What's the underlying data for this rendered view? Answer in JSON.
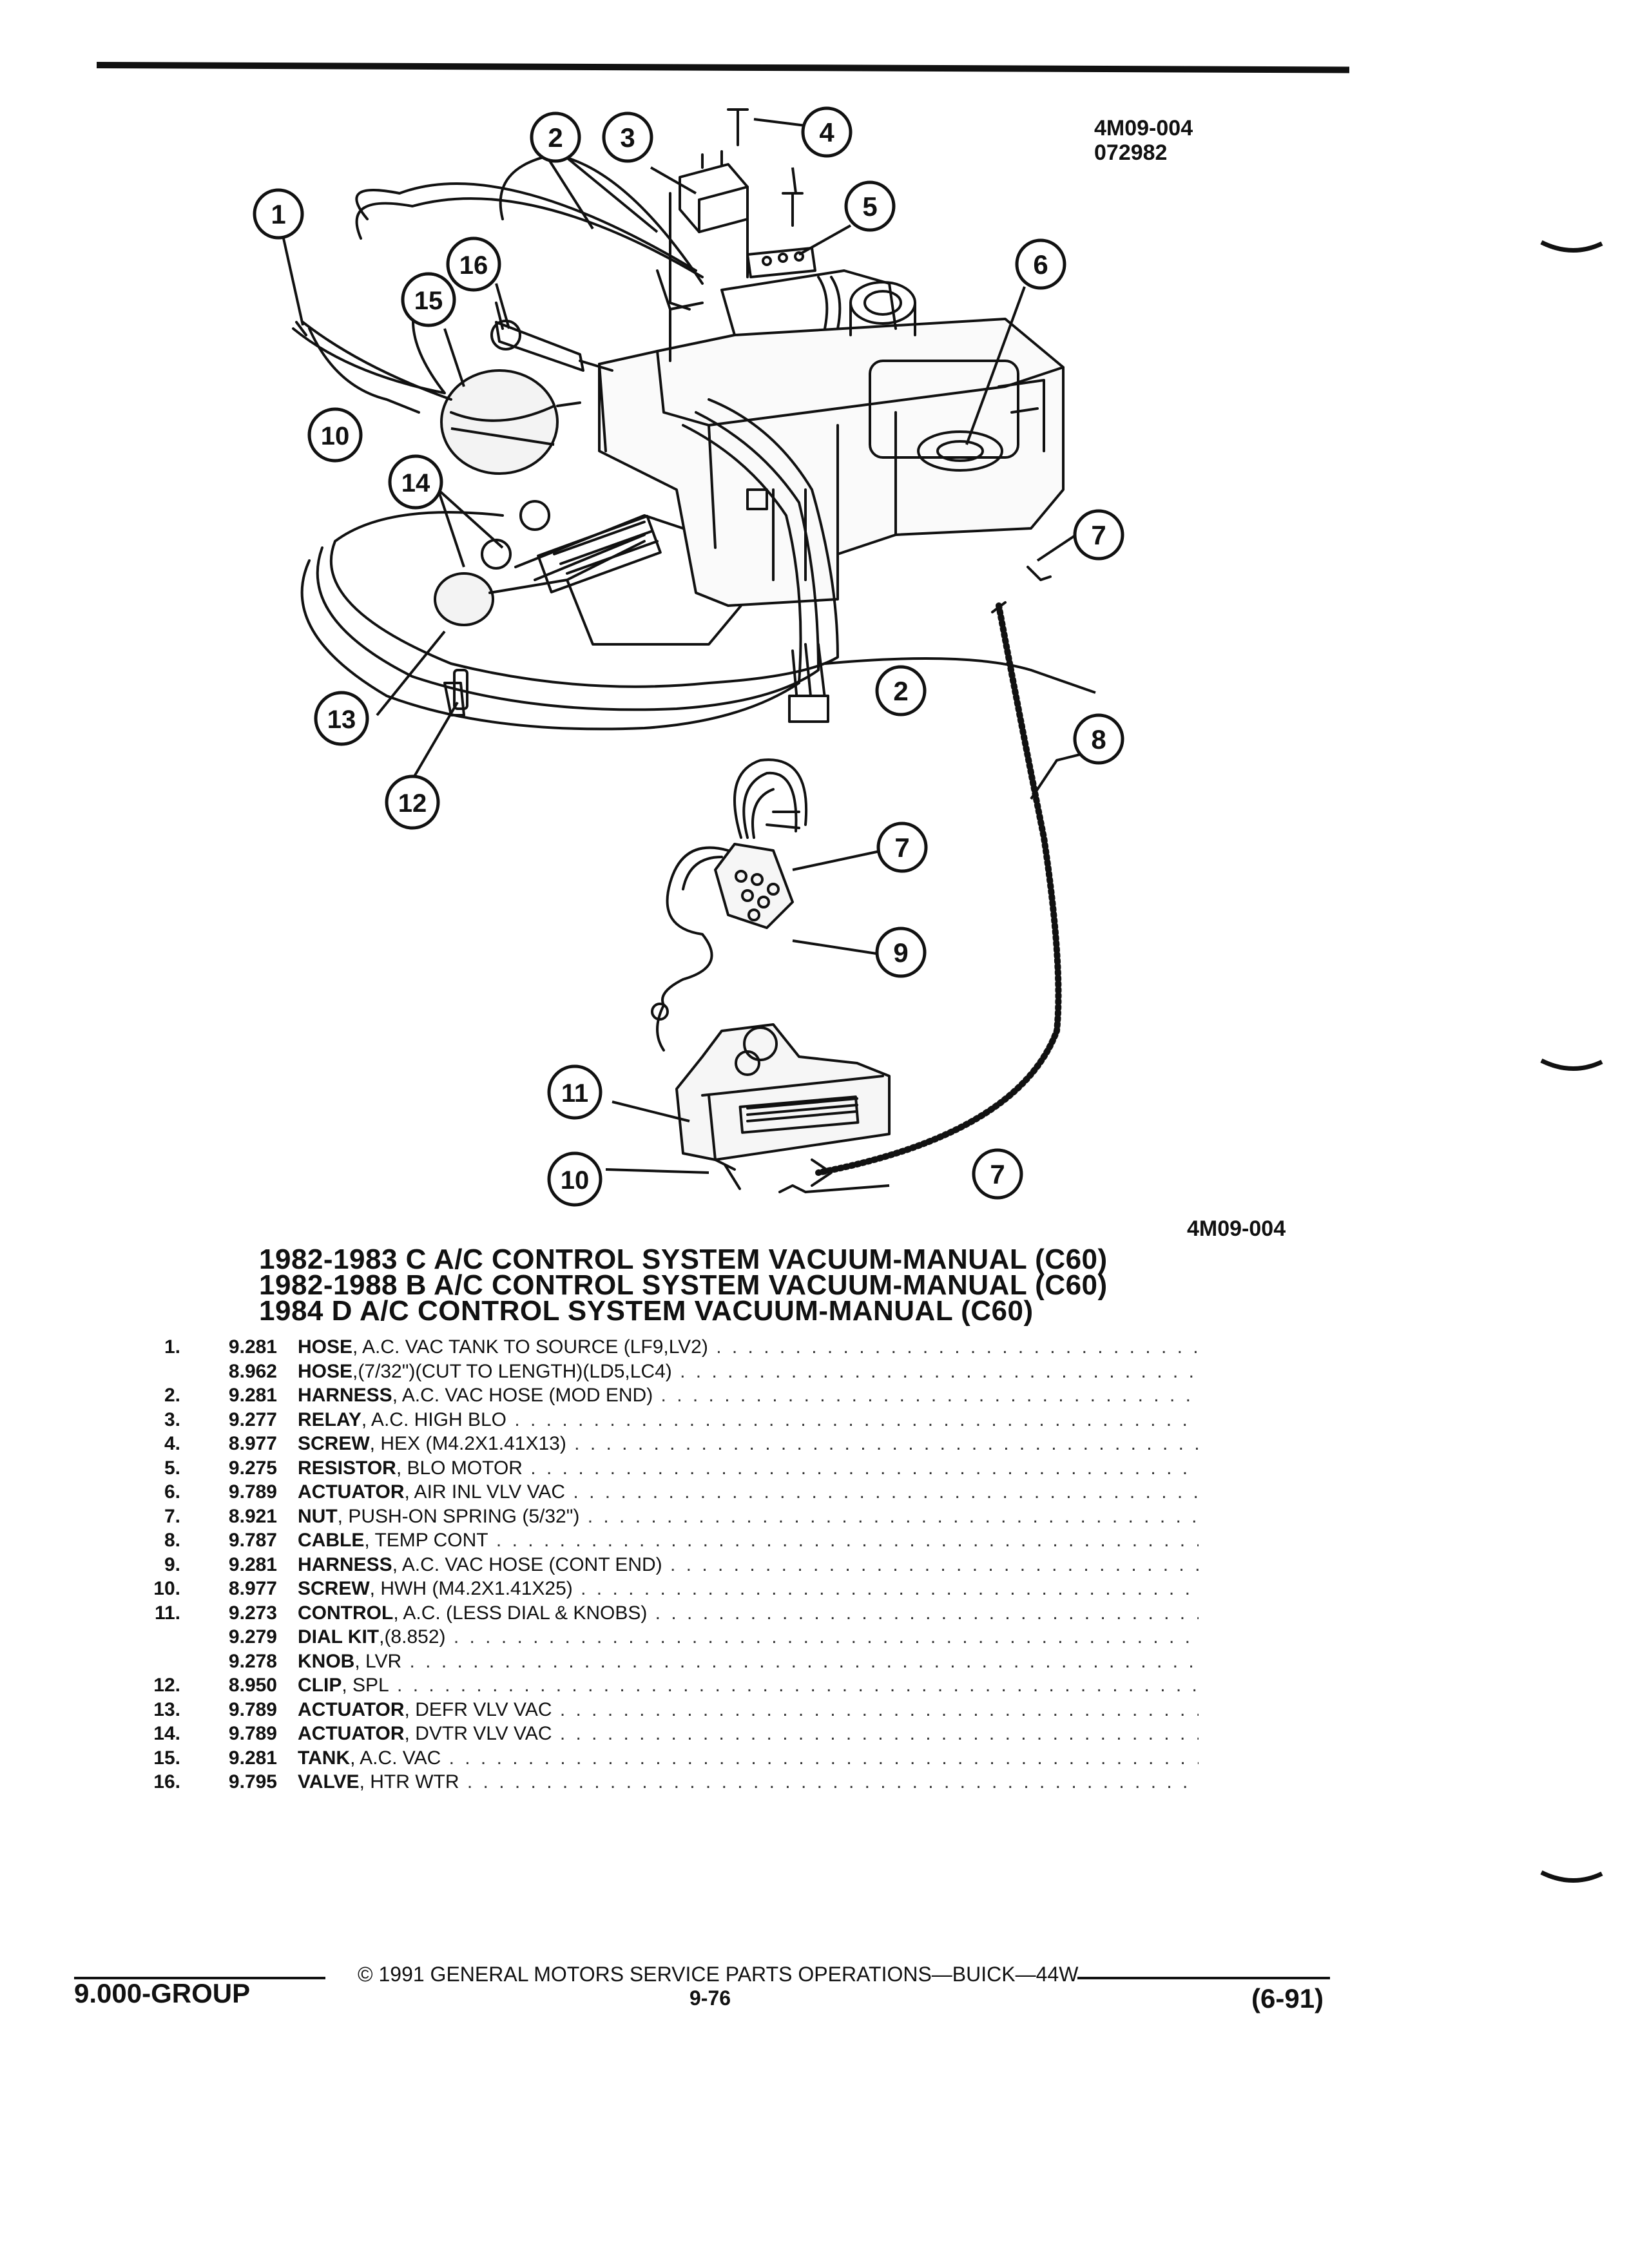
{
  "figure": {
    "id_top": "4M09-004",
    "date_code": "072982",
    "id_bottom": "4M09-004",
    "callouts": [
      "1",
      "2",
      "3",
      "4",
      "5",
      "6",
      "7",
      "8",
      "9",
      "10",
      "11",
      "12",
      "13",
      "14",
      "15",
      "16"
    ]
  },
  "titles": [
    "1982-1983 C A/C CONTROL SYSTEM VACUUM-MANUAL (C60)",
    "1982-1988 B A/C CONTROL SYSTEM VACUUM-MANUAL (C60)",
    "1984 D A/C CONTROL SYSTEM VACUUM-MANUAL (C60)"
  ],
  "parts": [
    {
      "num": "1.",
      "group": "9.281",
      "name": "HOSE",
      "spec": ", A.C. VAC TANK TO SOURCE (LF9,LV2)"
    },
    {
      "num": "",
      "group": "8.962",
      "name": "HOSE",
      "spec": ",(7/32\")(CUT TO LENGTH)(LD5,LC4)"
    },
    {
      "num": "2.",
      "group": "9.281",
      "name": "HARNESS",
      "spec": ", A.C. VAC HOSE (MOD END)"
    },
    {
      "num": "3.",
      "group": "9.277",
      "name": "RELAY",
      "spec": ", A.C. HIGH BLO"
    },
    {
      "num": "4.",
      "group": "8.977",
      "name": "SCREW",
      "spec": ", HEX (M4.2X1.41X13)"
    },
    {
      "num": "5.",
      "group": "9.275",
      "name": "RESISTOR",
      "spec": ", BLO MOTOR"
    },
    {
      "num": "6.",
      "group": "9.789",
      "name": "ACTUATOR",
      "spec": ", AIR INL VLV VAC"
    },
    {
      "num": "7.",
      "group": "8.921",
      "name": "NUT",
      "spec": ", PUSH-ON SPRING (5/32\")"
    },
    {
      "num": "8.",
      "group": "9.787",
      "name": "CABLE",
      "spec": ", TEMP CONT"
    },
    {
      "num": "9.",
      "group": "9.281",
      "name": "HARNESS",
      "spec": ", A.C. VAC HOSE (CONT END)"
    },
    {
      "num": "10.",
      "group": "8.977",
      "name": "SCREW",
      "spec": ", HWH (M4.2X1.41X25)"
    },
    {
      "num": "11.",
      "group": "9.273",
      "name": "CONTROL",
      "spec": ", A.C. (LESS DIAL & KNOBS)"
    },
    {
      "num": "",
      "group": "9.279",
      "name": "DIAL KIT",
      "spec": ",(8.852)"
    },
    {
      "num": "",
      "group": "9.278",
      "name": "KNOB",
      "spec": ", LVR"
    },
    {
      "num": "12.",
      "group": "8.950",
      "name": "CLIP",
      "spec": ", SPL"
    },
    {
      "num": "13.",
      "group": "9.789",
      "name": "ACTUATOR",
      "spec": ", DEFR VLV VAC"
    },
    {
      "num": "14.",
      "group": "9.789",
      "name": "ACTUATOR",
      "spec": ", DVTR VLV VAC"
    },
    {
      "num": "15.",
      "group": "9.281",
      "name": "TANK",
      "spec": ", A.C. VAC"
    },
    {
      "num": "16.",
      "group": "9.795",
      "name": "VALVE",
      "spec": ", HTR WTR"
    }
  ],
  "footer": {
    "group": "9.000-GROUP",
    "copyright": "© 1991 GENERAL MOTORS SERVICE PARTS OPERATIONS—BUICK—44W",
    "page": "9-76",
    "revision": "(6-91)"
  },
  "colors": {
    "ink": "#111111",
    "paper": "#ffffff"
  }
}
